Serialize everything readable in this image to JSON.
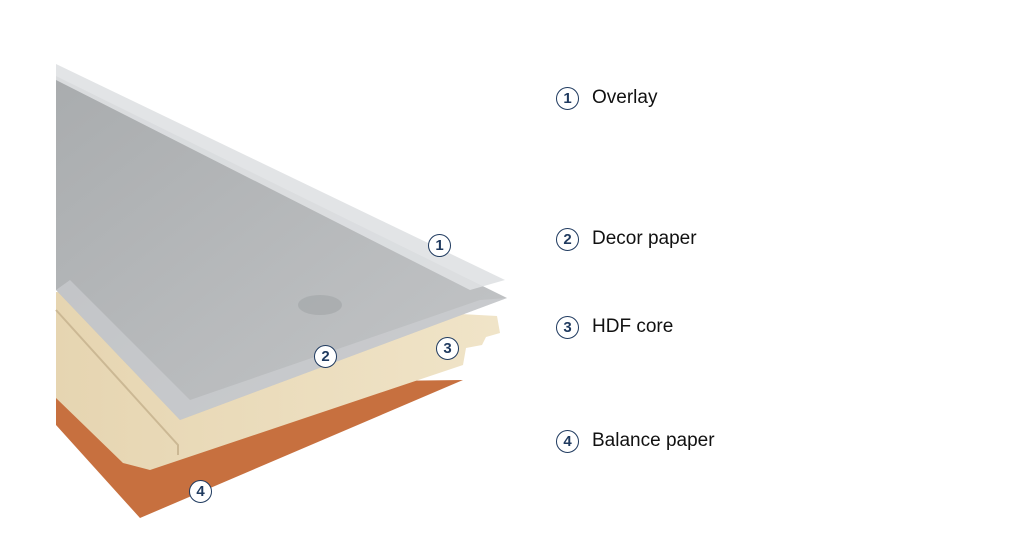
{
  "layers": [
    {
      "number": "1",
      "label": "Overlay",
      "color": "#e4e6e8"
    },
    {
      "number": "2",
      "label": "Decor paper",
      "color": "#b9bcbf"
    },
    {
      "number": "3",
      "label": "HDF core",
      "color": "#eadcbc"
    },
    {
      "number": "4",
      "label": "Balance paper",
      "color": "#c7703f"
    }
  ],
  "badge_color": "#1f3a5f"
}
